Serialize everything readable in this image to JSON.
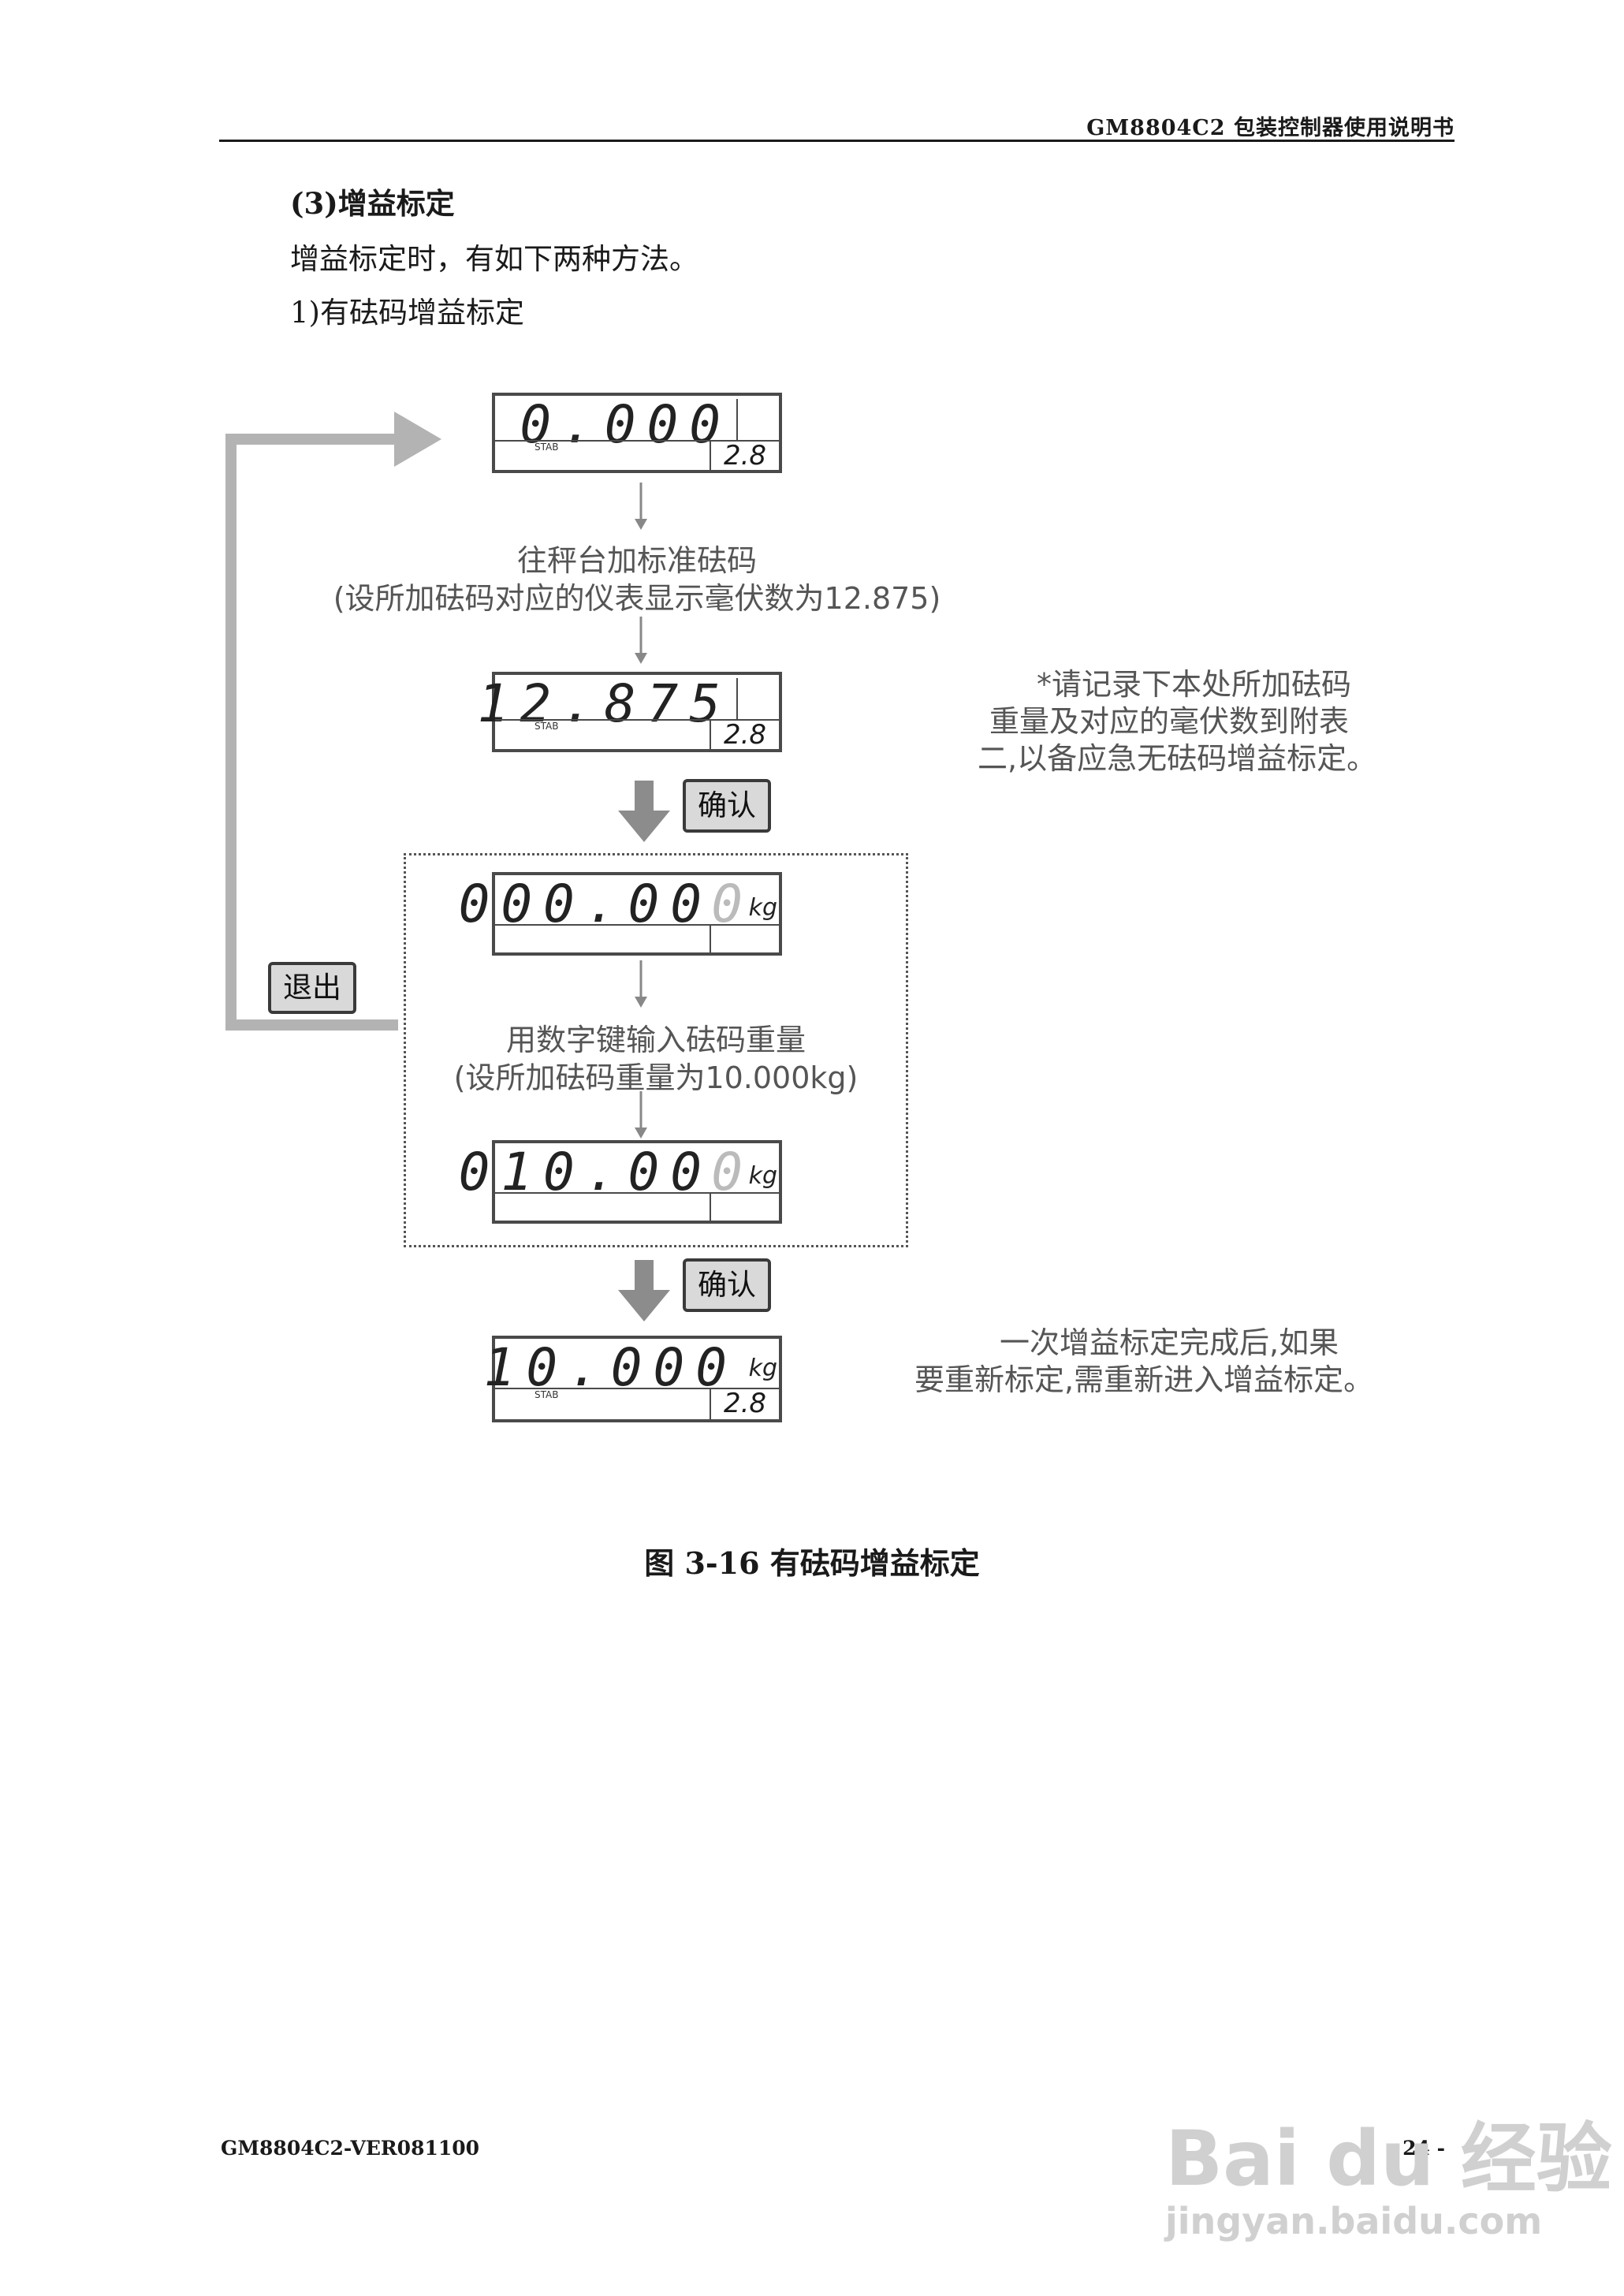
{
  "header": {
    "title": "GM8804C2 包装控制器使用说明书"
  },
  "section": {
    "title": "(3)增益标定",
    "intro": "增益标定时，有如下两种方法。",
    "method": "1)有砝码增益标定"
  },
  "flow": {
    "display1": {
      "digits": "0.000",
      "stab": "STAB",
      "sub": "2.8"
    },
    "step1": {
      "line1": "往秤台加标准砝码",
      "line2": "(设所加砝码对应的仪表显示毫伏数为12.875)"
    },
    "display2": {
      "digits": "12.875",
      "stab": "STAB",
      "sub": "2.8"
    },
    "note1": {
      "line1": "*请记录下本处所加砝码",
      "line2": "重量及对应的毫伏数到附表",
      "line3": "二,以备应急无砝码增益标定。"
    },
    "confirm_key": "确认",
    "exit_key": "退出",
    "display3": {
      "digits": "000.00",
      "blink": "0",
      "unit": "kg"
    },
    "step2": {
      "line1": "用数字键输入砝码重量",
      "line2": "(设所加砝码重量为10.000kg)"
    },
    "display4": {
      "digits": "010.00",
      "blink": "0",
      "unit": "kg"
    },
    "display5": {
      "digits": "10.000",
      "unit": "kg",
      "stab": "STAB",
      "sub": "2.8"
    },
    "note2": {
      "line1": "一次增益标定完成后,如果",
      "line2": "要重新标定,需重新进入增益标定。"
    }
  },
  "caption": "图 3-16  有砝码增益标定",
  "footer": {
    "left": "GM8804C2-VER081100",
    "right": "- 24 -"
  },
  "watermark": {
    "brand": "Bai du 经验",
    "url": "jingyan.baidu.com"
  }
}
